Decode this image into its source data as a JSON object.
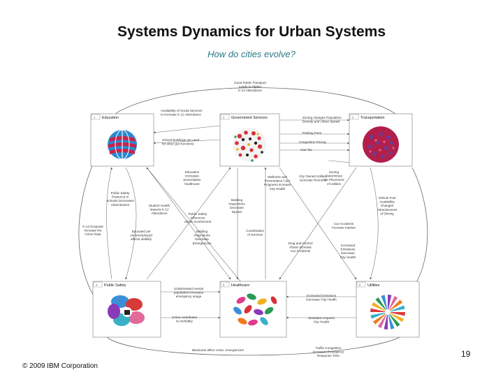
{
  "title": "Systems Dynamics for Urban Systems",
  "subtitle": "How do cities evolve?",
  "footer": {
    "copyright": "© 2009 IBM Corporation",
    "page_number": "19"
  },
  "panels": [
    {
      "id": "education",
      "label": "Education",
      "num": "1"
    },
    {
      "id": "government",
      "label": "Government Services",
      "num": "2"
    },
    {
      "id": "transportation",
      "label": "Transportation",
      "num": "3"
    },
    {
      "id": "public_safety",
      "label": "Public Safety",
      "num": "4"
    },
    {
      "id": "healthcare",
      "label": "Healthcare",
      "num": "5"
    },
    {
      "id": "utilities",
      "label": "Utilities",
      "num": "6"
    }
  ],
  "link_labels": [
    {
      "id": "l1",
      "lines": [
        "Good Public Transport",
        "Leads to Higher",
        "K-12 Attendance"
      ]
    },
    {
      "id": "l2",
      "lines": [
        "Availability of Social Services",
        "to Increase K-12 Attendance"
      ]
    },
    {
      "id": "l3",
      "lines": [
        "School Buildings are used",
        "for other gov functions"
      ]
    },
    {
      "id": "l4",
      "lines": [
        "Zoning changes Population",
        "Density and Urban Sprawl"
      ]
    },
    {
      "id": "l5",
      "lines": [
        "Parking Fees"
      ]
    },
    {
      "id": "l6",
      "lines": [
        "Congestion Pricing"
      ]
    },
    {
      "id": "l7",
      "lines": [
        "Gas Tax"
      ]
    },
    {
      "id": "l8",
      "lines": [
        "Zoning",
        "Determines",
        "the Placement",
        "of Utilities"
      ]
    },
    {
      "id": "l9",
      "lines": [
        "Education",
        "increases",
        "preventative",
        "healthcare"
      ]
    },
    {
      "id": "l10",
      "lines": [
        "Public Safety",
        "Presence in",
        "Schools Decreases",
        "Absenteeism"
      ]
    },
    {
      "id": "l11",
      "lines": [
        "Student Health",
        "Impacts K-12",
        "Attendance"
      ]
    },
    {
      "id": "l12",
      "lines": [
        "K-12 Dropouts",
        "Increase the",
        "Crime Rate"
      ]
    },
    {
      "id": "l13",
      "lines": [
        "Educated yet",
        "underemployed",
        "affects stability"
      ]
    },
    {
      "id": "l14",
      "lines": [
        "Public Safety",
        "influences",
        "citizen involvement"
      ]
    },
    {
      "id": "l15",
      "lines": [
        "Building",
        "Inspections",
        "Decrease",
        "Injuries"
      ]
    },
    {
      "id": "l16",
      "lines": [
        "Wellness and",
        "Preventative Care",
        "Programs increase",
        "City Health"
      ]
    },
    {
      "id": "l17",
      "lines": [
        "City Owned Utilities",
        "Generate Revenue"
      ]
    },
    {
      "id": "l18",
      "lines": [
        "Vehicle Fuel",
        "Availability",
        "Changes",
        "Attractiveness",
        "of Driving"
      ]
    },
    {
      "id": "l19",
      "lines": [
        "Building",
        "Inspections",
        "Decrease",
        "Emergencies"
      ]
    },
    {
      "id": "l20",
      "lines": [
        "Coordination",
        "of services"
      ]
    },
    {
      "id": "l21",
      "lines": [
        "Car Accidents",
        "Increase Injuries"
      ]
    },
    {
      "id": "l22",
      "lines": [
        "Drug and Alcohol",
        "Abuse Increase",
        "Car Accidents"
      ]
    },
    {
      "id": "l23",
      "lines": [
        "Increased",
        "Emissions",
        "Decrease",
        "City Health"
      ]
    },
    {
      "id": "l24",
      "lines": [
        "Undertreated mental",
        "population increases",
        "emergency usage"
      ]
    },
    {
      "id": "l25",
      "lines": [
        "Crime contributes",
        "to morbidity"
      ]
    },
    {
      "id": "l26",
      "lines": [
        "Increased Emissions",
        "Decrease City Health"
      ]
    },
    {
      "id": "l27",
      "lines": [
        "Sanitation Impacts",
        "City Health"
      ]
    },
    {
      "id": "l28",
      "lines": [
        "Blackouts affect crime, emergencies"
      ]
    },
    {
      "id": "l29",
      "lines": [
        "Traffic Congestion",
        "Increases Emergency",
        "Response Time"
      ]
    }
  ],
  "colors": {
    "education_emblem": "#c8244c",
    "education_globe": "#2a8ad0",
    "transport_emblem": "#b0204a",
    "gov_emblem": "#d8303a",
    "arrow": "#555555"
  },
  "icons": [
    "ibm-logo-icon",
    "globe-icon",
    "flower-icon",
    "pinwheel-icon"
  ]
}
